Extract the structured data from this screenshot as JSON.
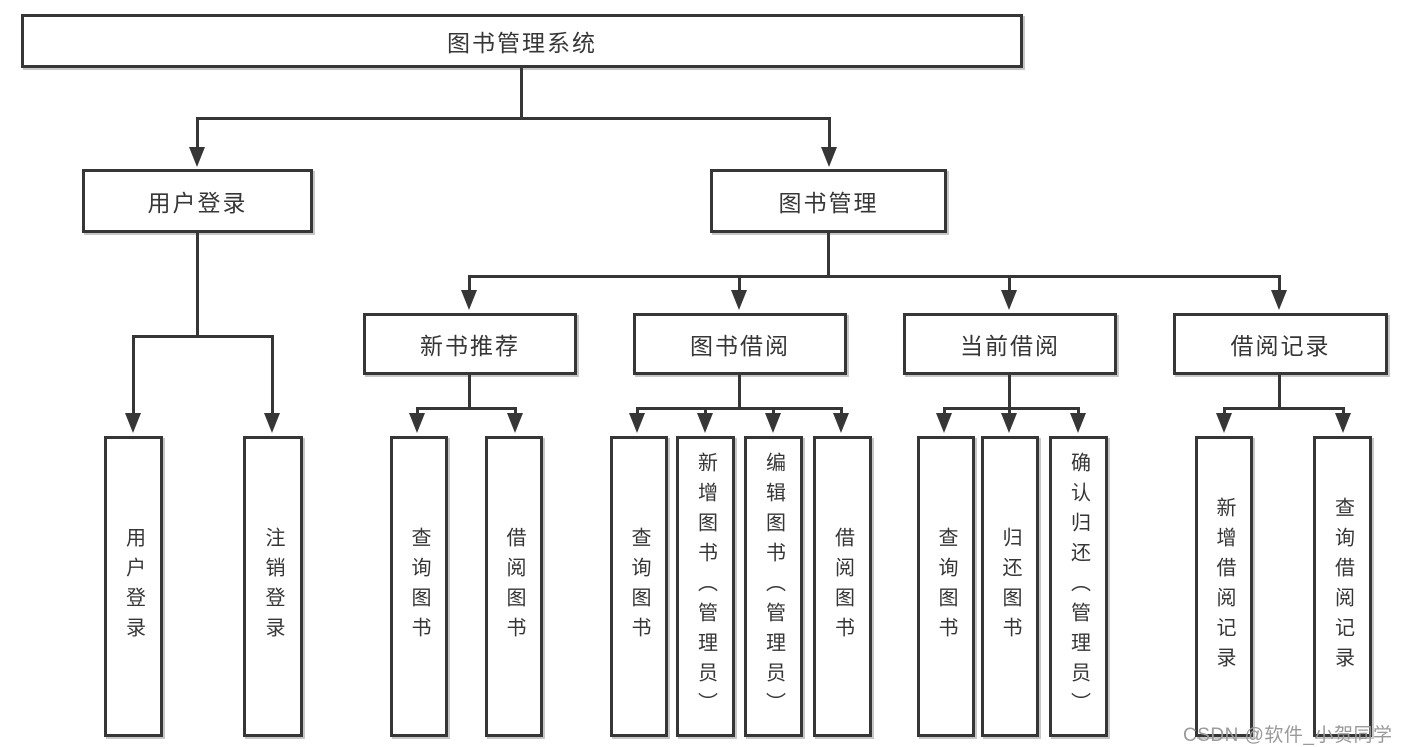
{
  "chart": {
    "root": {
      "label": "图书管理系统"
    },
    "login": {
      "label": "用户登录",
      "children": [
        {
          "label": "用户登录"
        },
        {
          "label": "注销登录"
        }
      ]
    },
    "mgmt": {
      "label": "图书管理",
      "sections": [
        {
          "label": "新书推荐",
          "children": [
            {
              "label": "查询图书"
            },
            {
              "label": "借阅图书"
            }
          ]
        },
        {
          "label": "图书借阅",
          "children": [
            {
              "label": "查询图书"
            },
            {
              "label": "新增图书（管理员）"
            },
            {
              "label": "编辑图书（管理员）"
            },
            {
              "label": "借阅图书"
            }
          ]
        },
        {
          "label": "当前借阅",
          "children": [
            {
              "label": "查询图书"
            },
            {
              "label": "归还图书"
            },
            {
              "label": "确认归还（管理员）"
            }
          ]
        },
        {
          "label": "借阅记录",
          "children": [
            {
              "label": "新增借阅记录"
            },
            {
              "label": "查询借阅记录"
            }
          ]
        }
      ]
    }
  },
  "watermark": {
    "text": "CSDN @软件_小贺同学"
  }
}
